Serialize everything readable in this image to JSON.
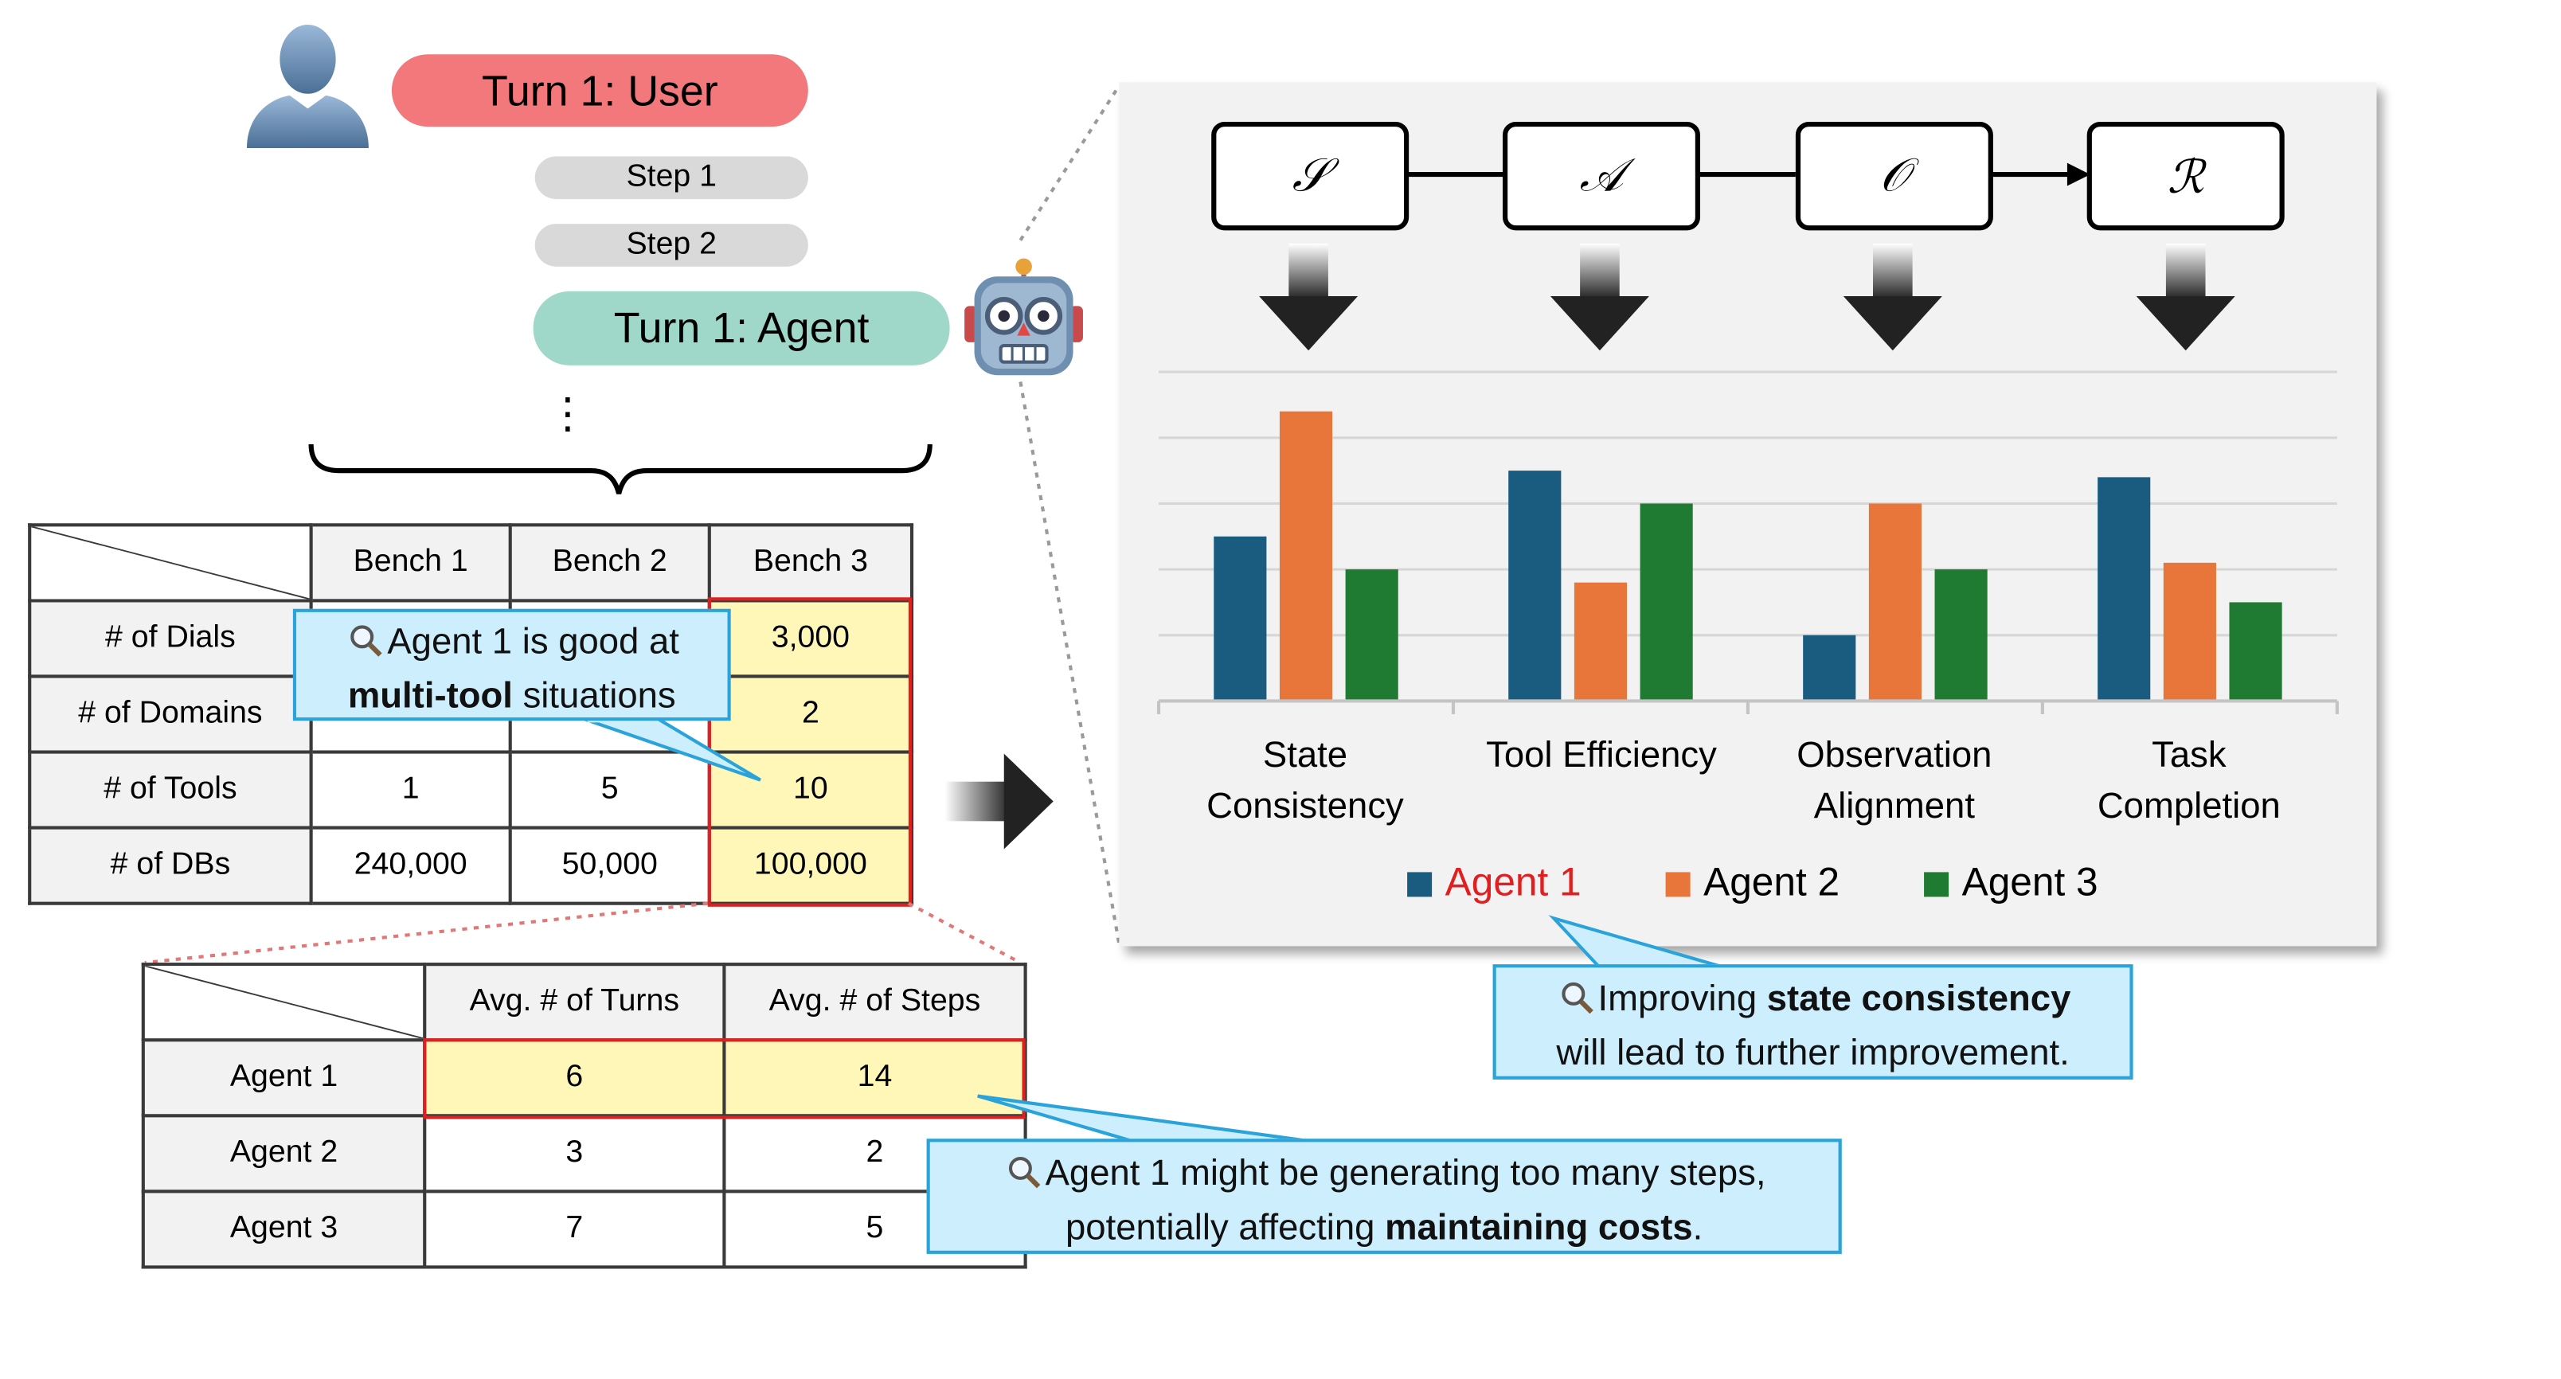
{
  "flow": {
    "turn_user": "Turn 1: User",
    "steps": [
      "Step 1",
      "Step 2"
    ],
    "turn_agent": "Turn 1: Agent",
    "ellipsis": "⋮"
  },
  "bench_table": {
    "headers": [
      "Bench 1",
      "Bench 2",
      "Bench 3"
    ],
    "rows": [
      {
        "label": "# of Dials",
        "values": [
          "",
          "",
          "3,000"
        ]
      },
      {
        "label": "# of Domains",
        "values": [
          "",
          "",
          "2"
        ]
      },
      {
        "label": "# of Tools",
        "values": [
          "1",
          "5",
          "10"
        ]
      },
      {
        "label": "# of DBs",
        "values": [
          "240,000",
          "50,000",
          "100,000"
        ]
      }
    ]
  },
  "agent_table": {
    "headers": [
      "Avg. # of Turns",
      "Avg. # of Steps"
    ],
    "rows": [
      {
        "label": "Agent 1",
        "values": [
          "6",
          "14"
        ]
      },
      {
        "label": "Agent 2",
        "values": [
          "3",
          "2"
        ]
      },
      {
        "label": "Agent 3",
        "values": [
          "7",
          "5"
        ]
      }
    ]
  },
  "callouts": {
    "multi_tool": {
      "pre": "Agent 1 is good at",
      "bold": "multi-tool",
      "post": " situations",
      "icon": "magnifier-icon"
    },
    "state_consistency": {
      "pre": "Improving ",
      "bold": "state consistency",
      "post": "will lead to further improvement.",
      "icon": "magnifier-icon"
    },
    "steps": {
      "pre": "Agent 1 might be generating too many steps,",
      "mid": "potentially affecting ",
      "bold": "maintaining costs",
      "post": ".",
      "icon": "magnifier-icon"
    }
  },
  "pipeline": {
    "symbols": [
      "𝒮",
      "𝒜",
      "𝒪",
      "ℛ"
    ]
  },
  "colors": {
    "agent1": "#1a5c80",
    "agent2": "#e8763a",
    "agent3": "#1f7a32",
    "agent1_legend_text": "#e02020",
    "highlight_border": "#e02020",
    "highlight_fill": "#fff7b8",
    "callout_fill": "#cdeefc",
    "callout_border": "#29a3d9"
  },
  "chart_data": {
    "type": "bar",
    "categories": [
      "State Consistency",
      "Tool Efficiency",
      "Observation Alignment",
      "Task Completion"
    ],
    "category_lines": [
      [
        "State",
        "Consistency"
      ],
      [
        "Tool Efficiency"
      ],
      [
        "Observation",
        "Alignment"
      ],
      [
        "Task",
        "Completion"
      ]
    ],
    "series": [
      {
        "name": "Agent 1",
        "values": [
          2.5,
          3.5,
          1.0,
          3.4
        ]
      },
      {
        "name": "Agent 2",
        "values": [
          4.4,
          1.8,
          3.0,
          2.1
        ]
      },
      {
        "name": "Agent 3",
        "values": [
          2.0,
          3.0,
          2.0,
          1.5
        ]
      }
    ],
    "ylim": [
      0,
      5
    ],
    "grid": true,
    "legend_position": "bottom",
    "xlabel": "",
    "ylabel": "",
    "title": ""
  }
}
